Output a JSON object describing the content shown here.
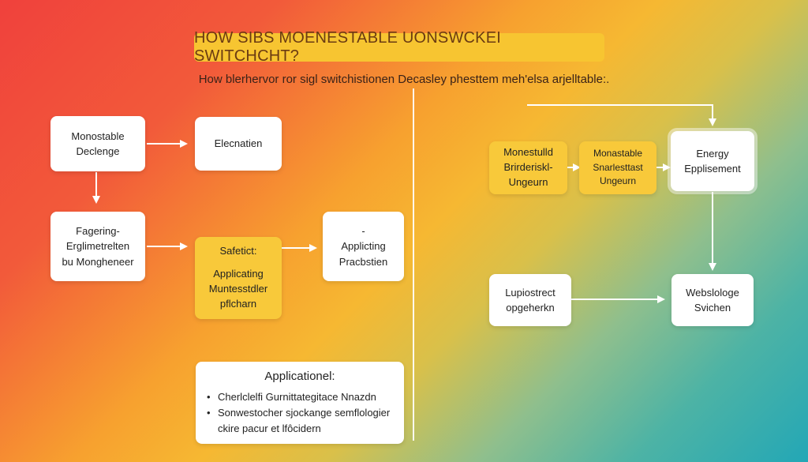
{
  "title": "HOW SIBS MOENESTABLE UONSWCKEI SWITCHCHT?",
  "subtitle": "How blerhervor ror sigl  switchistionen Decasley phesttem meh'elsa arjelltable:.",
  "nodes": {
    "monostable": [
      "Monostable",
      "Declenge"
    ],
    "elecnatien": [
      "Elecnatien"
    ],
    "fagering": [
      "Fagering-",
      "Erglimetrelten",
      "bu Mongheneer"
    ],
    "safetict": {
      "heading": "Safetict:",
      "lines": [
        "Applicating",
        "Muntesstdler",
        "pflcharn"
      ]
    },
    "applicting": {
      "marker": "-",
      "lines": [
        "Applicting",
        "Pracbstien"
      ]
    },
    "monestulld": [
      "Monestulld",
      "Brirderiskl-",
      "Ungeurn"
    ],
    "monastable2": [
      "Monastable",
      "Snarlesttast",
      "Ungeurn"
    ],
    "energy": [
      "Energy",
      "Epplisement"
    ],
    "lupiostrect": [
      "Lupiostrect",
      "opgeherkn"
    ],
    "websologe": [
      "Webslologe",
      "Svichen"
    ]
  },
  "applications": {
    "title": "Applicationel:",
    "bullet_symbol": "•",
    "items": [
      "Cherlclelfi Gurnittategitace Nnazdn",
      "Sonwestocher sjockange semflologier"
    ],
    "continuation": "ckire pacur et lfôcidern"
  },
  "colors": {
    "box_yellow": "#f8c93a",
    "box_white": "#ffffff",
    "arrow": "#ffffff",
    "title_pill": "#f7c531"
  }
}
